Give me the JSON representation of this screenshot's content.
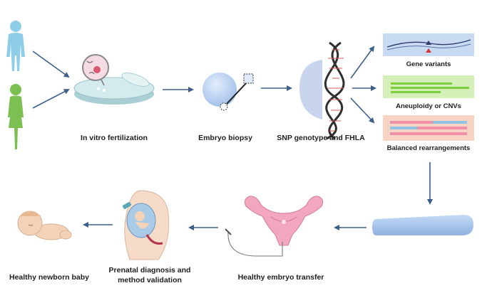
{
  "labels": {
    "ivf": "In vitro fertilization",
    "biopsy": "Embryo biopsy",
    "genotype": "SNP genotype and FHLA",
    "gene_variants": "Gene variants",
    "aneuploidy": "Aneuploidy or CNVs",
    "balanced": "Balanced rearrangements",
    "transfer": "Healthy embryo transfer",
    "prenatal_line1": "Prenatal diagnosis and",
    "prenatal_line2": "method validation",
    "newborn": "Healthy newborn baby"
  },
  "colors": {
    "arrow": "#3e5f8a",
    "male": "#8ecde8",
    "female": "#7cbf52",
    "dish": "#c6e2e6",
    "egg": "#b9d3f2",
    "dna": "#2e2e2e",
    "dna_halo": "#c9d5ee",
    "gene_box": "#c9dbf2",
    "cnv_box": "#d5efb8",
    "cnv_bar": "#7ccf3e",
    "balanced_box": "#f6d4c4",
    "balanced_pink": "#ef8fa8",
    "balanced_blue": "#8fc3e6",
    "tube": "#a9c7ee",
    "uterus": "#f2a7bf",
    "baby_skin": "#f4d2b8"
  }
}
